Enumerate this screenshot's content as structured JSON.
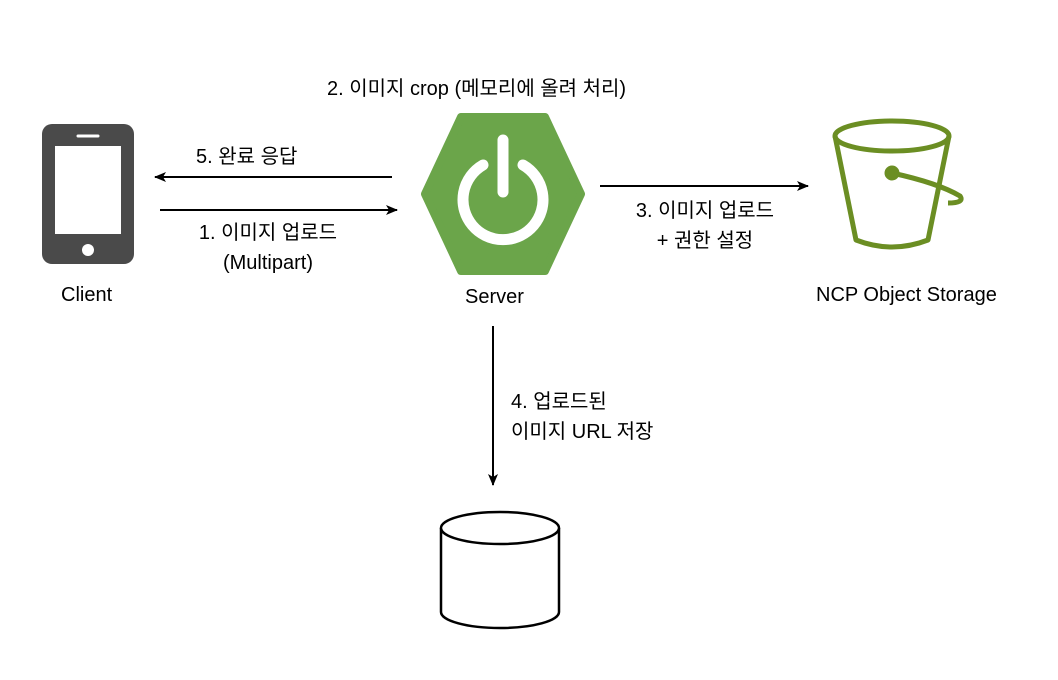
{
  "nodes": {
    "client": {
      "label": "Client",
      "icon": "smartphone-icon"
    },
    "server": {
      "label": "Server",
      "icon": "spring-power-icon"
    },
    "storage": {
      "label": "NCP Object Storage",
      "icon": "bucket-icon"
    },
    "database": {
      "label": "",
      "icon": "database-cylinder-icon"
    }
  },
  "steps": {
    "step1": {
      "line1": "1. 이미지 업로드",
      "line2": "(Multipart)"
    },
    "step2": {
      "line1": "2. 이미지 crop (메모리에 올려 처리)"
    },
    "step3": {
      "line1": "3. 이미지 업로드",
      "line2": "+ 권한 설정"
    },
    "step4": {
      "line1": "4. 업로드된",
      "line2": "이미지 URL 저장"
    },
    "step5": {
      "line1": "5. 완료 응답"
    }
  },
  "colors": {
    "phone": "#4a4a4a",
    "spring": "#6ba54a",
    "bucket": "#6b8e23",
    "line": "#000000"
  }
}
